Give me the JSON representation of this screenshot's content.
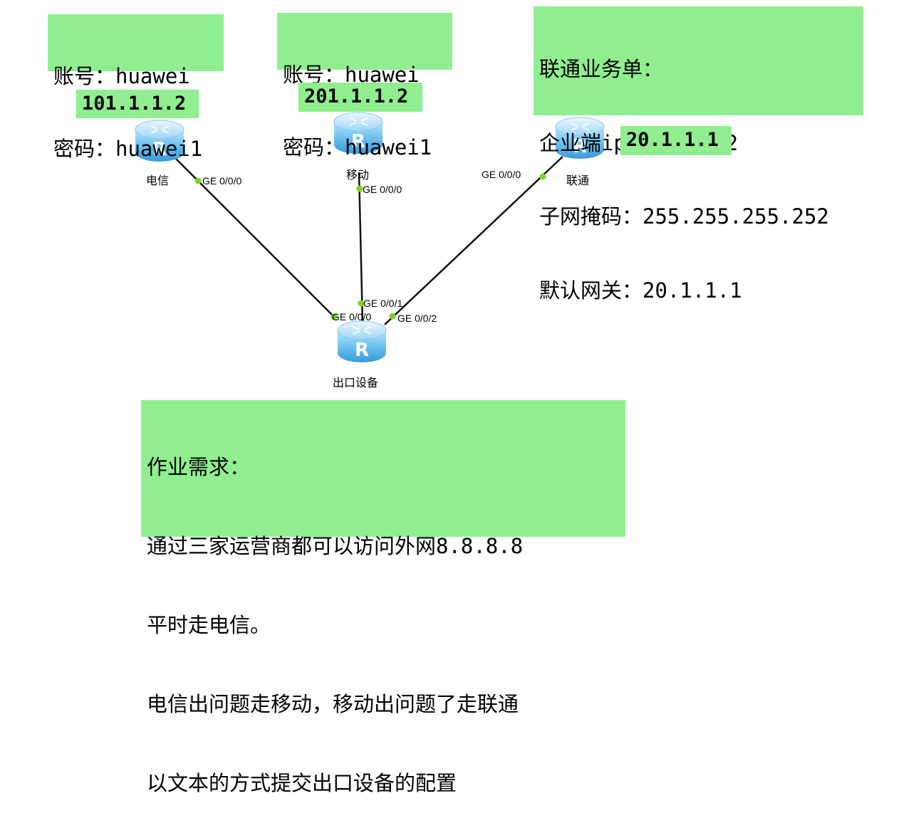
{
  "notes": {
    "telecom_account": [
      "账号：huawei",
      "密码：huawei1"
    ],
    "mobile_account": [
      "账号：huawei",
      "密码：huawei1"
    ],
    "unicom_order": [
      "联通业务单：",
      "企业端ip:20.1.1.2",
      "子网掩码：255.255.255.252",
      "默认网关：20.1.1.1"
    ],
    "assignment": [
      "作业需求：",
      "通过三家运营商都可以访问外网8.8.8.8",
      "平时走电信。",
      "电信出问题走移动，移动出问题了走联通",
      "以文本的方式提交出口设备的配置"
    ]
  },
  "ip_labels": {
    "telecom": "101.1.1.2",
    "mobile": "201.1.1.2",
    "unicom": "20.1.1.1"
  },
  "devices": {
    "telecom": {
      "name": "电信",
      "icon": "router-icon"
    },
    "mobile": {
      "name": "移动",
      "icon": "router-icon"
    },
    "unicom": {
      "name": "联通",
      "icon": "router-icon"
    },
    "egress": {
      "name": "出口设备",
      "icon": "router-icon"
    }
  },
  "ports": {
    "telecom_ge": "GE 0/0/0",
    "mobile_ge": "GE 0/0/0",
    "unicom_ge": "GE 0/0/0",
    "egress_ge0": "GE 0/0/0",
    "egress_ge1": "GE 0/0/1",
    "egress_ge2": "GE 0/0/2"
  },
  "colors": {
    "note_bg": "#90ee90",
    "link": "#111111",
    "port_dot": "#7ed321",
    "router_body": "#5ab4ea"
  }
}
